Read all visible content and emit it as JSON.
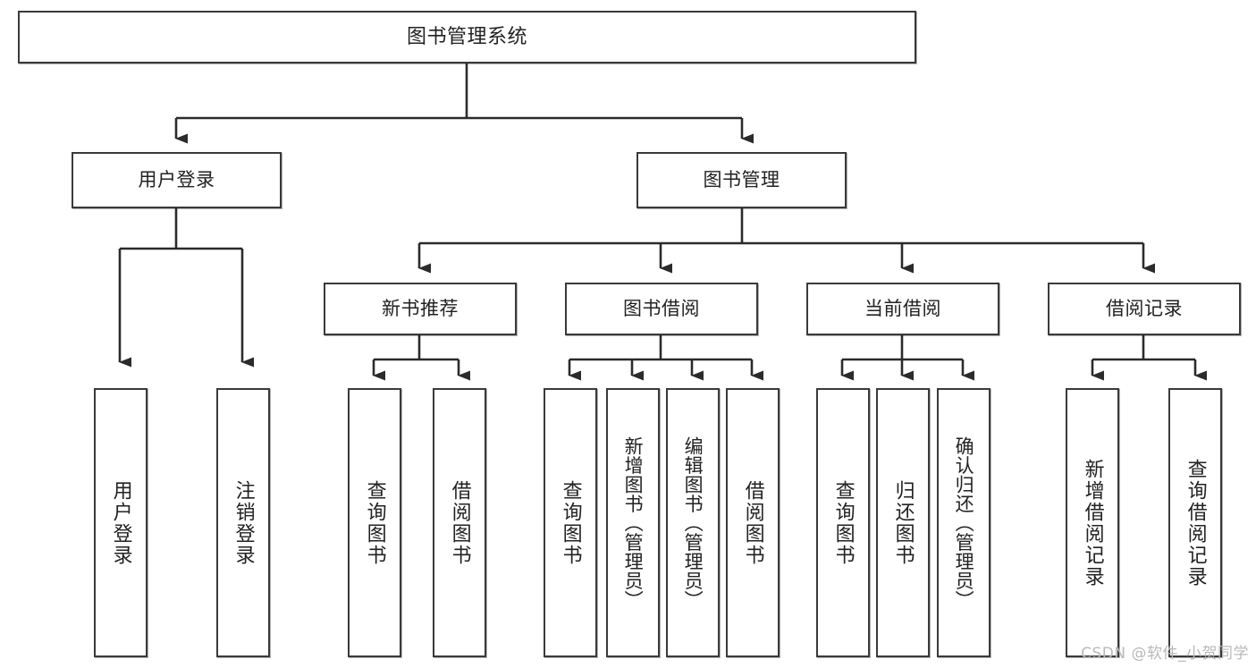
{
  "diagram": {
    "title": "图书管理系统",
    "type": "tree-hierarchy-chart",
    "orientation": "top-down",
    "colors": {
      "box_border": "#3a3a3a",
      "box_fill": "#ffffff",
      "edge": "#2b2b2b",
      "text": "#222222",
      "watermark": "#b9b9b9",
      "background": "#ffffff"
    }
  },
  "root": {
    "label": "图书管理系统"
  },
  "level2": [
    {
      "label": "用户登录"
    },
    {
      "label": "图书管理"
    }
  ],
  "level3": [
    {
      "label": "新书推荐"
    },
    {
      "label": "图书借阅"
    },
    {
      "label": "当前借阅"
    },
    {
      "label": "借阅记录"
    }
  ],
  "leaves": {
    "user_login": [
      {
        "label": "用户登录"
      },
      {
        "label": "注销登录"
      }
    ],
    "new_book_recommend": [
      {
        "label": "查询图书"
      },
      {
        "label": "借阅图书"
      }
    ],
    "book_borrow": [
      {
        "label": "查询图书"
      },
      {
        "label": "新增图书（管理员）"
      },
      {
        "label": "编辑图书（管理员）"
      },
      {
        "label": "借阅图书"
      }
    ],
    "current_borrow": [
      {
        "label": "查询图书"
      },
      {
        "label": "归还图书"
      },
      {
        "label": "确认归还（管理员）"
      }
    ],
    "borrow_record": [
      {
        "label": "新增借阅记录"
      },
      {
        "label": "查询借阅记录"
      }
    ]
  },
  "watermark": {
    "text": "CSDN @软件_小贺同学"
  }
}
